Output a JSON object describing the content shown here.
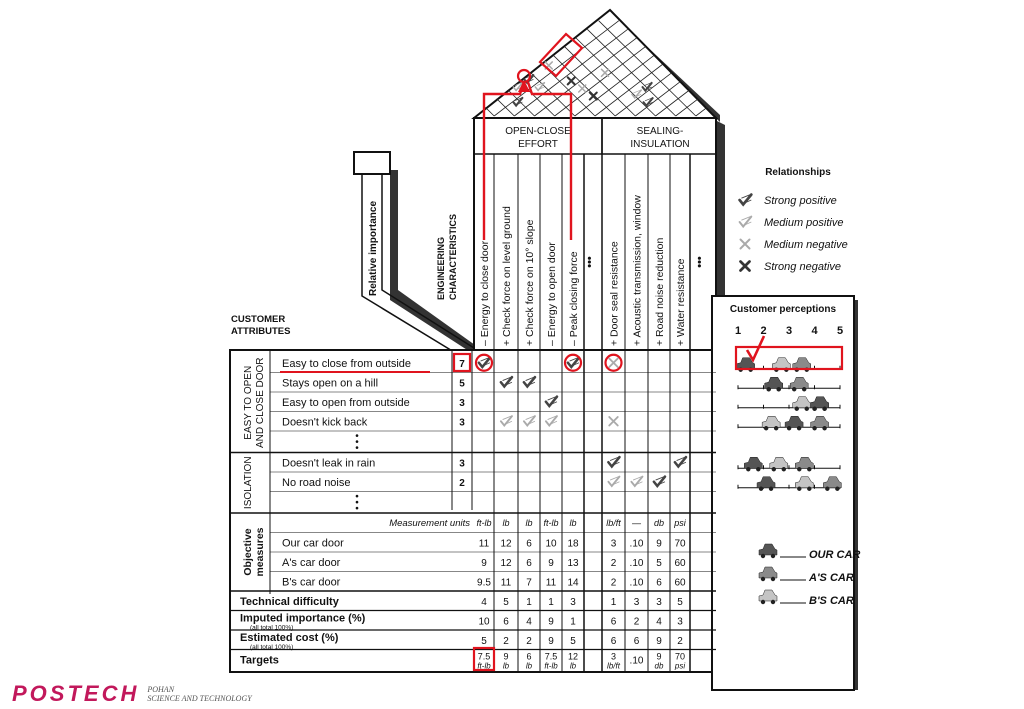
{
  "headings": {
    "roof_left": "OPEN-CLOSE EFFORT",
    "roof_right": "SEALING- INSULATION",
    "engineering": "ENGINEERING CHARACTERISTICS",
    "relative_importance": "Relative importance",
    "customer_attributes": "CUSTOMER ATTRIBUTES",
    "relationships": "Relationships",
    "customer_perceptions": "Customer perceptions"
  },
  "engineering_characteristics": [
    {
      "sign": "–",
      "label": "Energy to close door",
      "group": "open-close"
    },
    {
      "sign": "+",
      "label": "Check force on level ground",
      "group": "open-close"
    },
    {
      "sign": "+",
      "label": "Check force on 10° slope",
      "group": "open-close"
    },
    {
      "sign": "–",
      "label": "Energy to open door",
      "group": "open-close"
    },
    {
      "sign": "–",
      "label": "Peak closing force",
      "group": "open-close"
    },
    {
      "sign": "+",
      "label": "Door seal resistance",
      "group": "sealing"
    },
    {
      "sign": "+",
      "label": "Acoustic transmission, window",
      "group": "sealing"
    },
    {
      "sign": "+",
      "label": "Road noise reduction",
      "group": "sealing"
    },
    {
      "sign": "+",
      "label": "Water resistance",
      "group": "sealing"
    }
  ],
  "ellipsis": "•••",
  "vertical_dots": "•\n•\n•",
  "groups": [
    {
      "label": "EASY TO OPEN AND CLOSE DOOR",
      "rows": [
        {
          "attr": "Easy to close from outside",
          "imp": "7",
          "rel": {
            "0": "SP",
            "4": "SP",
            "5": "MN"
          }
        },
        {
          "attr": "Stays open on a hill",
          "imp": "5",
          "rel": {
            "1": "SP",
            "2": "SP"
          }
        },
        {
          "attr": "Easy to open from outside",
          "imp": "3",
          "rel": {
            "3": "SP"
          }
        },
        {
          "attr": "Doesn't kick back",
          "imp": "3",
          "rel": {
            "1": "MP",
            "2": "MP",
            "3": "MP",
            "5": "MN"
          }
        }
      ]
    },
    {
      "label": "ISOLATION",
      "rows": [
        {
          "attr": "Doesn't leak in rain",
          "imp": "3",
          "rel": {
            "5": "SP",
            "8": "SP"
          }
        },
        {
          "attr": "No road noise",
          "imp": "2",
          "rel": {
            "5": "MP",
            "6": "MP",
            "7": "SP"
          }
        }
      ]
    }
  ],
  "objective": {
    "label": "Objective measures",
    "units_label": "Measurement units",
    "units": [
      "ft-lb",
      "lb",
      "lb",
      "ft-lb",
      "lb",
      "lb/ft",
      "—",
      "db",
      "psi"
    ],
    "rows": [
      {
        "name": "Our car door",
        "values": [
          "11",
          "12",
          "6",
          "10",
          "18",
          "3",
          ".10",
          "9",
          "70"
        ]
      },
      {
        "name": "A's car door",
        "values": [
          "9",
          "12",
          "6",
          "9",
          "13",
          "2",
          ".10",
          "5",
          "60"
        ]
      },
      {
        "name": "B's car door",
        "values": [
          "9.5",
          "11",
          "7",
          "11",
          "14",
          "2",
          ".10",
          "6",
          "60"
        ]
      }
    ]
  },
  "bottom_rows": [
    {
      "name": "Technical difficulty",
      "sub": "",
      "values": [
        "4",
        "5",
        "1",
        "1",
        "3",
        "1",
        "3",
        "3",
        "5"
      ]
    },
    {
      "name": "Imputed importance (%)",
      "sub": "(all total 100%)",
      "values": [
        "10",
        "6",
        "4",
        "9",
        "1",
        "6",
        "2",
        "4",
        "3"
      ]
    },
    {
      "name": "Estimated cost (%)",
      "sub": "(all total 100%)",
      "values": [
        "5",
        "2",
        "2",
        "9",
        "5",
        "6",
        "6",
        "9",
        "2"
      ]
    },
    {
      "name": "Targets",
      "sub": "",
      "values": [
        "7.5",
        "9",
        "6",
        "7.5",
        "12",
        "3",
        ".10",
        "9",
        "70"
      ],
      "units": [
        "ft-lb",
        "lb",
        "lb",
        "ft-lb",
        "lb",
        "lb/ft",
        "",
        "db",
        "psi"
      ]
    }
  ],
  "legend_relationships": [
    {
      "sym": "SP",
      "label": "Strong positive"
    },
    {
      "sym": "MP",
      "label": "Medium positive"
    },
    {
      "sym": "MN",
      "label": "Medium negative"
    },
    {
      "sym": "SN",
      "label": "Strong negative"
    }
  ],
  "perception_scale": [
    "1",
    "2",
    "3",
    "4",
    "5"
  ],
  "perceptions": [
    {
      "our": 1.3,
      "a": 3.5,
      "b": 2.7
    },
    {
      "our": 2.4,
      "a": 3.4,
      "b": 2.4
    },
    {
      "our": 4.2,
      "a": 4.2,
      "b": 3.5
    },
    {
      "our": 3.2,
      "a": 4.2,
      "b": 2.3
    },
    {
      "our": 1.6,
      "a": 3.6,
      "b": 2.6
    },
    {
      "our": 2.1,
      "a": 4.7,
      "b": 3.6
    }
  ],
  "car_legend": [
    {
      "label": "OUR CAR",
      "shade": "#555555"
    },
    {
      "label": "A'S CAR",
      "shade": "#8a8a8a"
    },
    {
      "label": "B'S CAR",
      "shade": "#c4c4c4"
    }
  ],
  "roof_correlations": [
    {
      "pair": [
        0,
        4
      ],
      "sym": "SP"
    },
    {
      "pair": [
        0,
        3
      ],
      "sym": "MP"
    },
    {
      "pair": [
        1,
        2
      ],
      "sym": "SP"
    },
    {
      "pair": [
        1,
        4
      ],
      "sym": "MP"
    },
    {
      "pair": [
        0,
        5
      ],
      "sym": "MN"
    },
    {
      "pair": [
        2,
        5
      ],
      "sym": "SN"
    },
    {
      "pair": [
        3,
        5
      ],
      "sym": "MN"
    },
    {
      "pair": [
        4,
        5
      ],
      "sym": "SN"
    },
    {
      "pair": [
        5,
        7
      ],
      "sym": "MP"
    },
    {
      "pair": [
        5,
        8
      ],
      "sym": "SP"
    },
    {
      "pair": [
        6,
        7
      ],
      "sym": "SP"
    },
    {
      "pair": [
        3,
        7
      ],
      "sym": "MN"
    }
  ],
  "colors": {
    "ink": "#111111",
    "highlight": "#e0141e",
    "shadow": "#333333",
    "brand": "#c2185b"
  },
  "brand": {
    "logo": "POSTECH",
    "sub1": "POHAN",
    "sub2": "SCIENCE AND TECHNOLOGY"
  }
}
